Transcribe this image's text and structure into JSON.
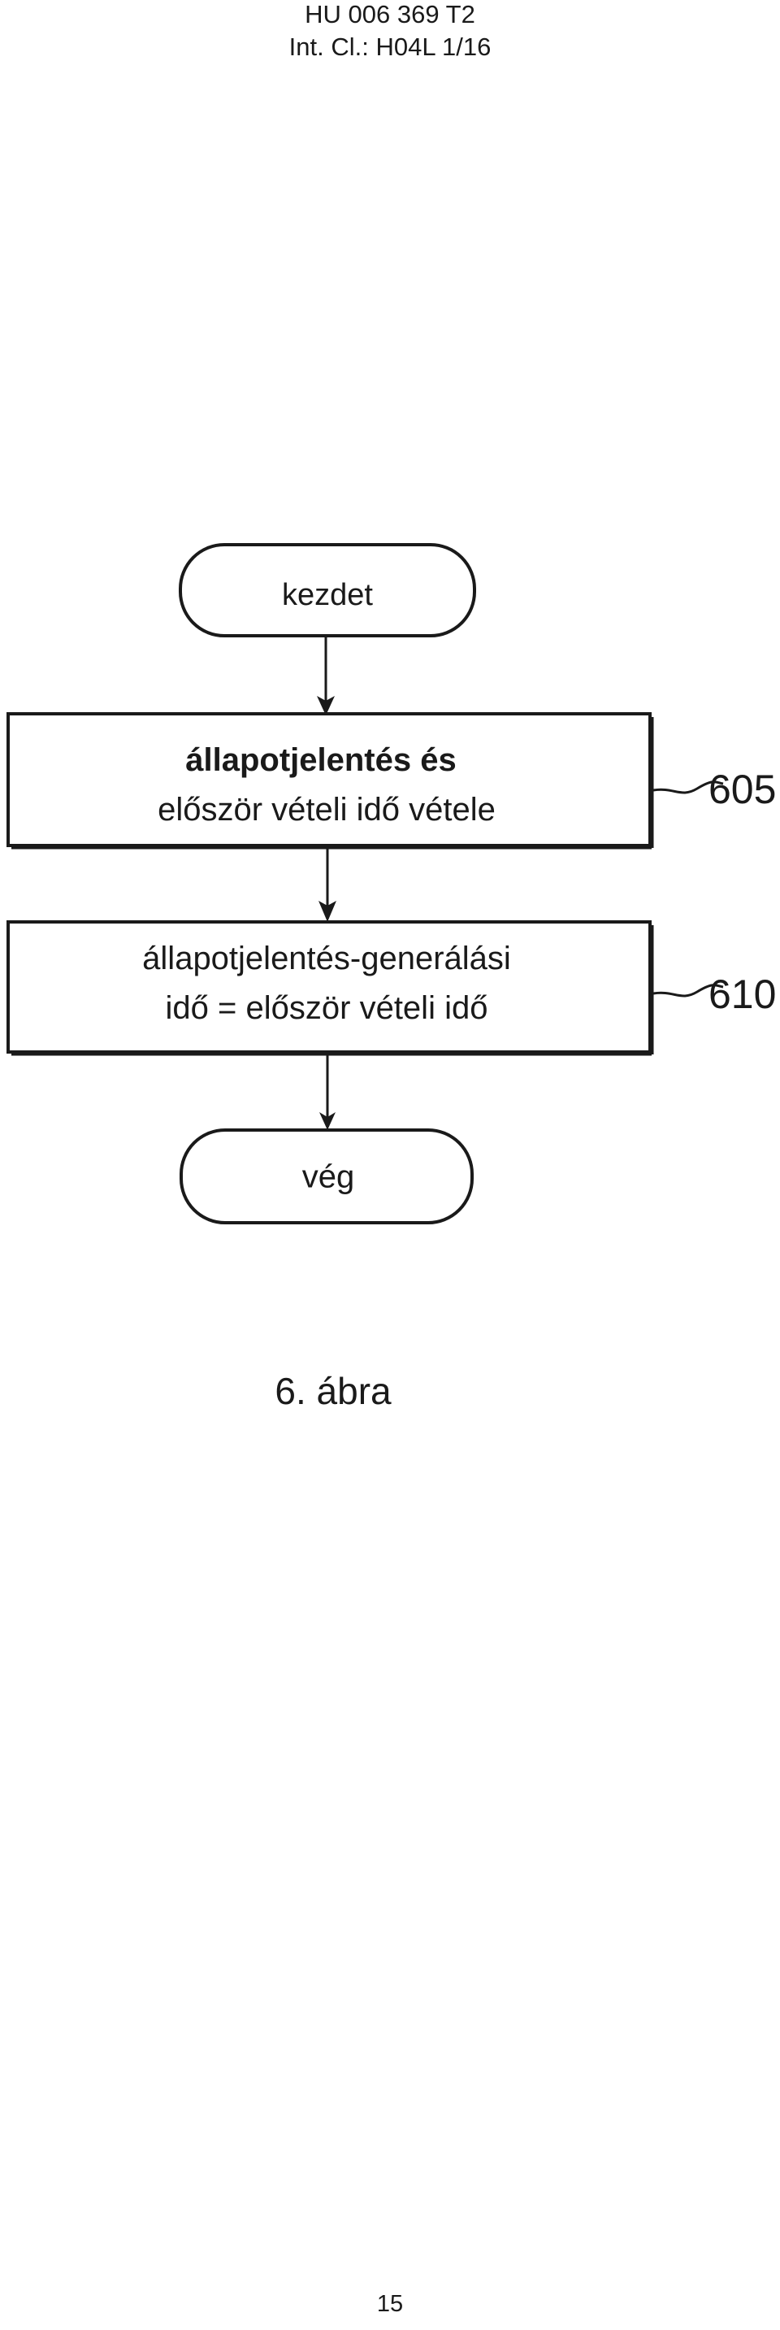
{
  "header": {
    "publication_number": "HU 006 369 T2",
    "int_class": "Int. Cl.: H04L 1/16"
  },
  "flowchart": {
    "start_label": "kezdet",
    "step1": {
      "line1": "állapotjelentés és",
      "line2": "először vételi idő vétele",
      "ref": "605"
    },
    "step2": {
      "line1": "állapotjelentés-generálási",
      "line2": "idő = először vételi idő",
      "ref": "610"
    },
    "end_label": "vég"
  },
  "figure_caption": "6. ábra",
  "page_number": "15"
}
